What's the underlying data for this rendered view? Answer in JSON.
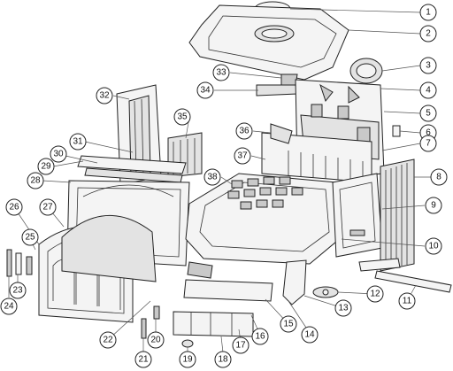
{
  "diagram": {
    "callouts": [
      {
        "label": "1"
      },
      {
        "label": "2"
      },
      {
        "label": "3"
      },
      {
        "label": "4"
      },
      {
        "label": "5"
      },
      {
        "label": "6"
      },
      {
        "label": "7"
      },
      {
        "label": "8"
      },
      {
        "label": "9"
      },
      {
        "label": "10"
      },
      {
        "label": "11"
      },
      {
        "label": "12"
      },
      {
        "label": "13"
      },
      {
        "label": "14"
      },
      {
        "label": "15"
      },
      {
        "label": "16"
      },
      {
        "label": "17"
      },
      {
        "label": "18"
      },
      {
        "label": "19"
      },
      {
        "label": "20"
      },
      {
        "label": "21"
      },
      {
        "label": "22"
      },
      {
        "label": "23"
      },
      {
        "label": "24"
      },
      {
        "label": "25"
      },
      {
        "label": "26"
      },
      {
        "label": "27"
      },
      {
        "label": "28"
      },
      {
        "label": "29"
      },
      {
        "label": "30"
      },
      {
        "label": "31"
      },
      {
        "label": "32"
      },
      {
        "label": "33"
      },
      {
        "label": "34"
      },
      {
        "label": "35"
      },
      {
        "label": "36"
      },
      {
        "label": "37"
      },
      {
        "label": "38"
      }
    ]
  }
}
